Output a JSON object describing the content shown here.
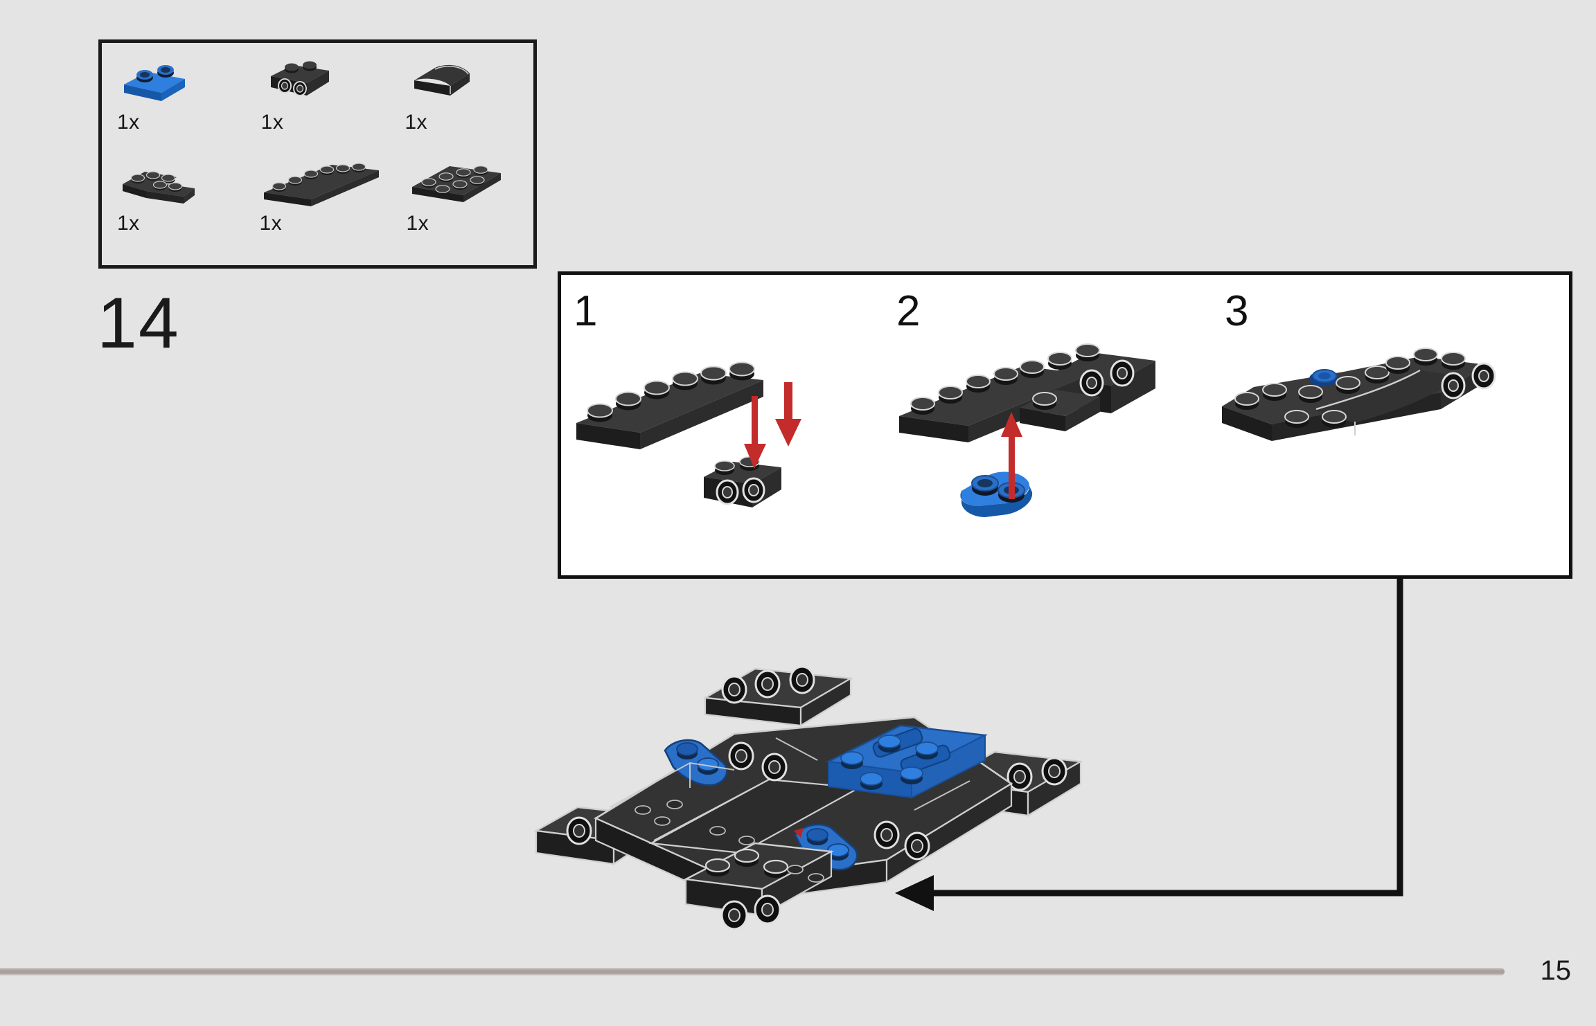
{
  "page": {
    "background_color": "#e4e4e4",
    "page_number": "15",
    "footer_rule_color": "#a9a09d"
  },
  "step": {
    "number": "14"
  },
  "parts_box": {
    "border_color": "#1a1a1a",
    "parts": [
      {
        "name": "plate-1x2-blue",
        "color": "#1b6ac8",
        "count": "1x"
      },
      {
        "name": "bracket-1x2-side-studs",
        "color": "#2b2b2b",
        "count": "1x"
      },
      {
        "name": "slope-curved-2x2",
        "color": "#2b2b2b",
        "count": "1x"
      },
      {
        "name": "plate-angled-corner",
        "color": "#2b2b2b",
        "count": "1x"
      },
      {
        "name": "plate-1x6",
        "color": "#2b2b2b",
        "count": "1x"
      },
      {
        "name": "plate-2x4",
        "color": "#2b2b2b",
        "count": "1x"
      }
    ]
  },
  "substep_panel": {
    "background_color": "#ffffff",
    "border_color": "#111111",
    "arrow_color": "#c42b2b",
    "steps": [
      {
        "number": "1",
        "name": "attach-bracket-to-1x6-plate",
        "arrows": 2,
        "arrow_direction": "down"
      },
      {
        "number": "2",
        "name": "attach-blue-plate-underneath",
        "arrows": 1,
        "arrow_direction": "up"
      },
      {
        "number": "3",
        "name": "add-curved-slope-subassembly",
        "arrows": 0,
        "arrow_direction": "none"
      }
    ]
  },
  "model": {
    "name": "chassis-subassembly",
    "dark_color": "#2b2b2b",
    "accent_color": "#1b6ac8",
    "connector_arrow_color": "#111111"
  }
}
